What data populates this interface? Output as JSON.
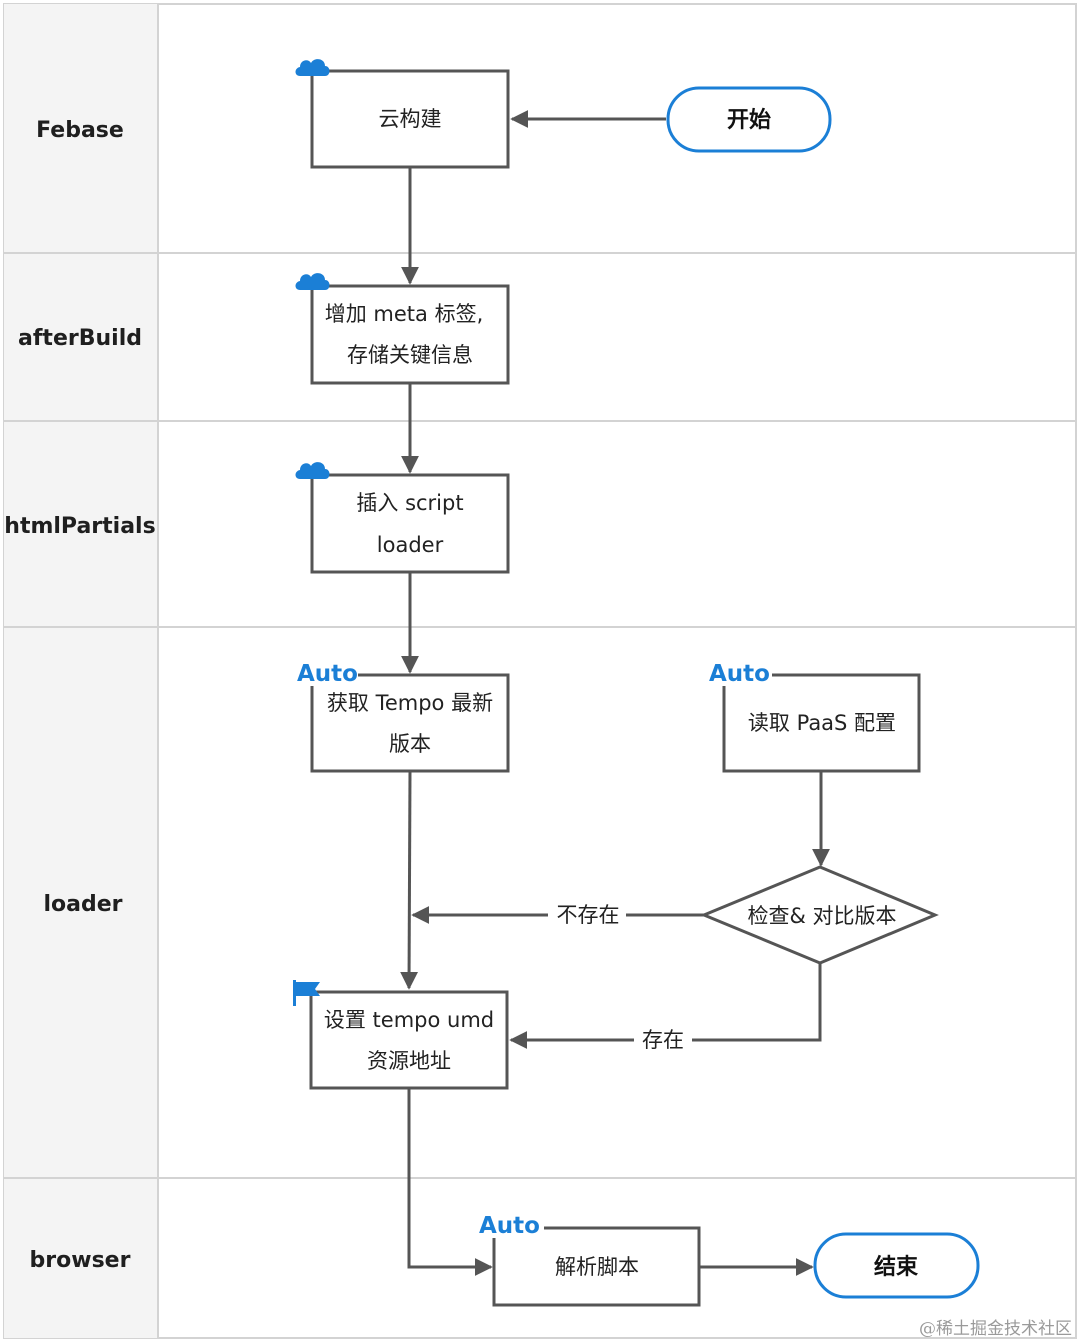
{
  "lanes": [
    {
      "label": "Febase"
    },
    {
      "label": "afterBuild"
    },
    {
      "label": "htmlPartials"
    },
    {
      "label": "loader"
    },
    {
      "label": "browser"
    }
  ],
  "nodes": {
    "start": {
      "label": "开始"
    },
    "cloud_build": {
      "label": "云构建"
    },
    "add_meta": {
      "line1": "增加 meta 标签,",
      "line2": "存储关键信息"
    },
    "insert_loader": {
      "line1": "插入 script",
      "line2": "loader"
    },
    "get_tempo": {
      "tag": "Auto",
      "line1": "获取 Tempo 最新",
      "line2": "版本"
    },
    "read_paas": {
      "tag": "Auto",
      "label": "读取 PaaS 配置"
    },
    "check_compare": {
      "label": "检查& 对比版本"
    },
    "set_umd": {
      "line1": "设置 tempo umd",
      "line2": "资源地址"
    },
    "parse_script": {
      "tag": "Auto",
      "label": "解析脚本"
    },
    "end": {
      "label": "结束"
    }
  },
  "edges": {
    "not_exist": "不存在",
    "exist": "存在"
  },
  "icons": {
    "cloud": "cloud-icon",
    "flag": "flag-icon"
  },
  "colors": {
    "accent": "#1b7fd6",
    "line": "#555555",
    "lane_header_bg": "#f4f4f4"
  },
  "watermark": "@稀土掘金技术社区"
}
